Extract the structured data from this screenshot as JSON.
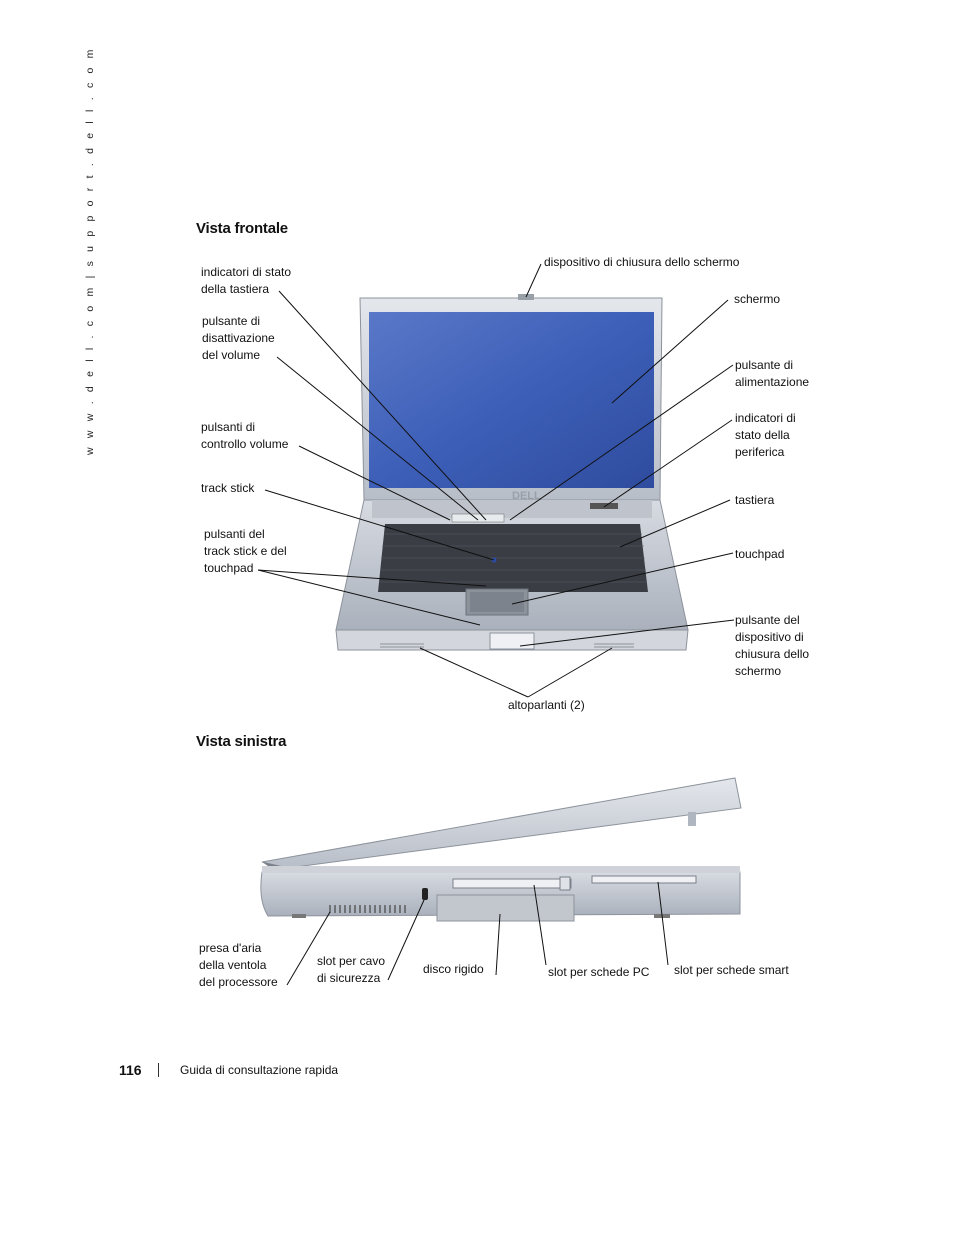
{
  "side_url": "w w w . d e l l . c o m  |  s u p p o r t . d e l l . c o m",
  "front": {
    "heading": "Vista frontale",
    "labels": {
      "latch_top": "dispositivo di chiusura dello schermo",
      "kbd_status": "indicatori di stato\ndella tastiera",
      "mute": "pulsante di\ndisattivazione\ndel volume",
      "vol_ctrl": "pulsanti di\ncontrollo volume",
      "track_stick": "track stick",
      "track_buttons": "pulsanti del\ntrack stick e del\ntouchpad",
      "screen": "schermo",
      "power": "pulsante di\nalimentazione",
      "device_status": "indicatori di\nstato della\nperiferica",
      "keyboard": "tastiera",
      "touchpad": "touchpad",
      "latch_release": "pulsante del\ndispositivo di\nchiusura dello\nschermo",
      "speakers": "altoparlanti (2)"
    },
    "logo": "DELL"
  },
  "left": {
    "heading": "Vista sinistra",
    "labels": {
      "air_vent": "presa d'aria\ndella ventola\ndel processore",
      "security_slot": "slot per cavo\ndi sicurezza",
      "hard_drive": "disco rigido",
      "pc_card": "slot per schede PC",
      "smart_card": "slot per schede smart"
    }
  },
  "footer": {
    "page_number": "116",
    "title": "Guida di consultazione rapida"
  },
  "colors": {
    "screen_blue": "#3d5fb8",
    "chassis_silver": "#c9ced6",
    "keys_dark": "#3a3d44"
  }
}
